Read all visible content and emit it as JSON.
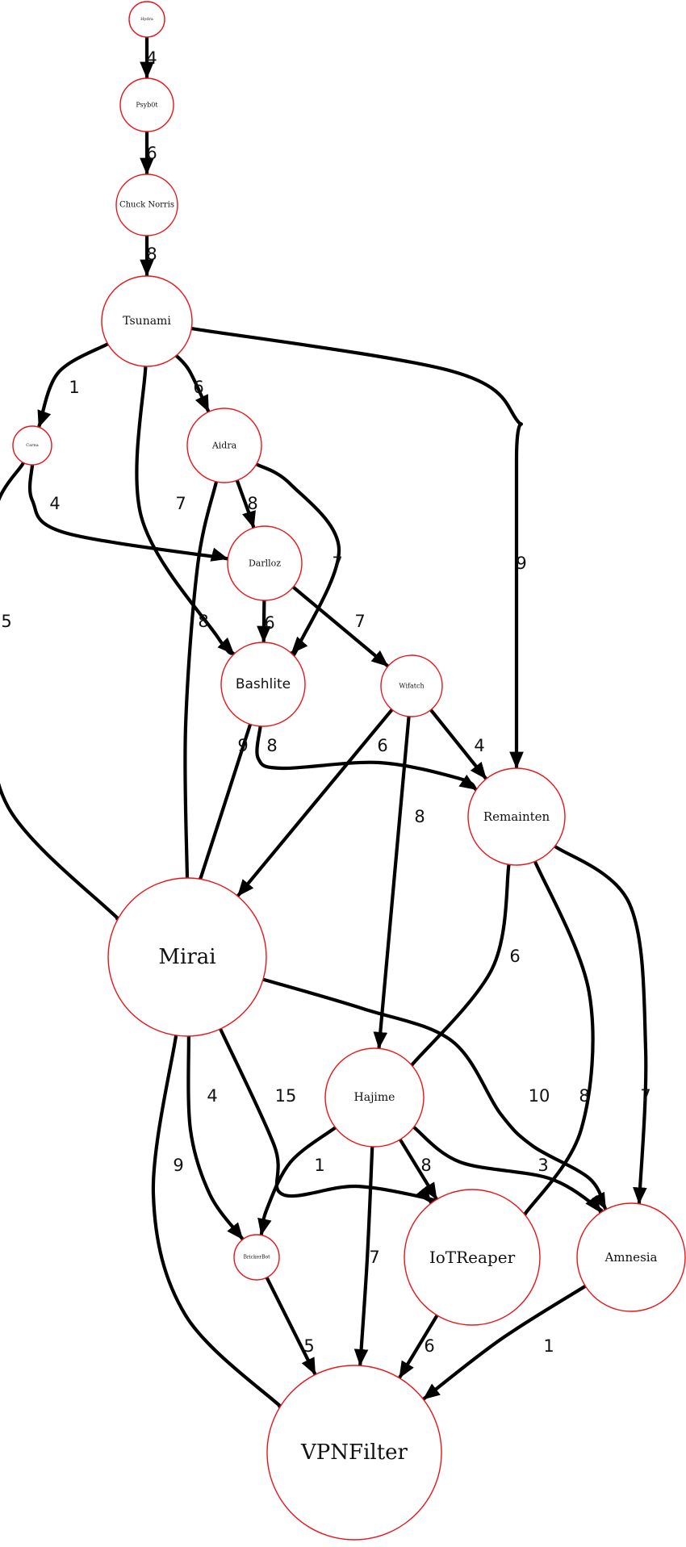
{
  "nodes": [
    {
      "id": "hydra",
      "label": "Hydra"
    },
    {
      "id": "psyb0t",
      "label": "Psyb0t"
    },
    {
      "id": "chuck",
      "label": "Chuck Norris"
    },
    {
      "id": "tsunami",
      "label": "Tsunami"
    },
    {
      "id": "carna",
      "label": "Carna"
    },
    {
      "id": "aidra",
      "label": "Aidra"
    },
    {
      "id": "darlloz",
      "label": "Darlloz"
    },
    {
      "id": "bashlite",
      "label": "Bashlite"
    },
    {
      "id": "wifatch",
      "label": "Wifatch"
    },
    {
      "id": "remainten",
      "label": "Remainten"
    },
    {
      "id": "mirai",
      "label": "Mirai"
    },
    {
      "id": "hajime",
      "label": "Hajime"
    },
    {
      "id": "brickerbot",
      "label": "BrickerBot"
    },
    {
      "id": "iotreaper",
      "label": "IoTReaper"
    },
    {
      "id": "amnesia",
      "label": "Amnesia"
    },
    {
      "id": "vpnfilter",
      "label": "VPNFilter"
    }
  ],
  "edges": [
    {
      "from": "hydra",
      "to": "psyb0t",
      "label": "4"
    },
    {
      "from": "psyb0t",
      "to": "chuck",
      "label": "6"
    },
    {
      "from": "chuck",
      "to": "tsunami",
      "label": "8"
    },
    {
      "from": "tsunami",
      "to": "carna",
      "label": "1"
    },
    {
      "from": "tsunami",
      "to": "aidra",
      "label": "6"
    },
    {
      "from": "tsunami",
      "to": "bashlite",
      "label": "7"
    },
    {
      "from": "tsunami",
      "to": "remainten",
      "label": "9"
    },
    {
      "from": "carna",
      "to": "darlloz",
      "label": "4"
    },
    {
      "from": "carna",
      "to": "mirai",
      "label": "5"
    },
    {
      "from": "aidra",
      "to": "darlloz",
      "label": "8"
    },
    {
      "from": "aidra",
      "to": "bashlite",
      "label": "7"
    },
    {
      "from": "aidra",
      "to": "mirai",
      "label": "8"
    },
    {
      "from": "darlloz",
      "to": "bashlite",
      "label": "6"
    },
    {
      "from": "darlloz",
      "to": "wifatch",
      "label": "7"
    },
    {
      "from": "bashlite",
      "to": "mirai",
      "label": "9"
    },
    {
      "from": "bashlite",
      "to": "remainten",
      "label": "8"
    },
    {
      "from": "wifatch",
      "to": "mirai",
      "label": "6"
    },
    {
      "from": "wifatch",
      "to": "remainten",
      "label": "4"
    },
    {
      "from": "wifatch",
      "to": "hajime",
      "label": "8"
    },
    {
      "from": "remainten",
      "to": "hajime",
      "label": "6"
    },
    {
      "from": "remainten",
      "to": "iotreaper",
      "label": "8"
    },
    {
      "from": "remainten",
      "to": "amnesia",
      "label": "7"
    },
    {
      "from": "mirai",
      "to": "brickerbot",
      "label": "4"
    },
    {
      "from": "mirai",
      "to": "iotreaper",
      "label": "15"
    },
    {
      "from": "mirai",
      "to": "amnesia",
      "label": "10"
    },
    {
      "from": "mirai",
      "to": "vpnfilter",
      "label": "9"
    },
    {
      "from": "hajime",
      "to": "brickerbot",
      "label": "1"
    },
    {
      "from": "hajime",
      "to": "iotreaper",
      "label": "8"
    },
    {
      "from": "hajime",
      "to": "amnesia",
      "label": "3"
    },
    {
      "from": "hajime",
      "to": "vpnfilter",
      "label": "7"
    },
    {
      "from": "brickerbot",
      "to": "vpnfilter",
      "label": "5"
    },
    {
      "from": "iotreaper",
      "to": "vpnfilter",
      "label": "6"
    },
    {
      "from": "amnesia",
      "to": "vpnfilter",
      "label": "1"
    }
  ],
  "colors": {
    "node_stroke": "#e8141a",
    "edge": "#000000",
    "text": "#111111"
  }
}
